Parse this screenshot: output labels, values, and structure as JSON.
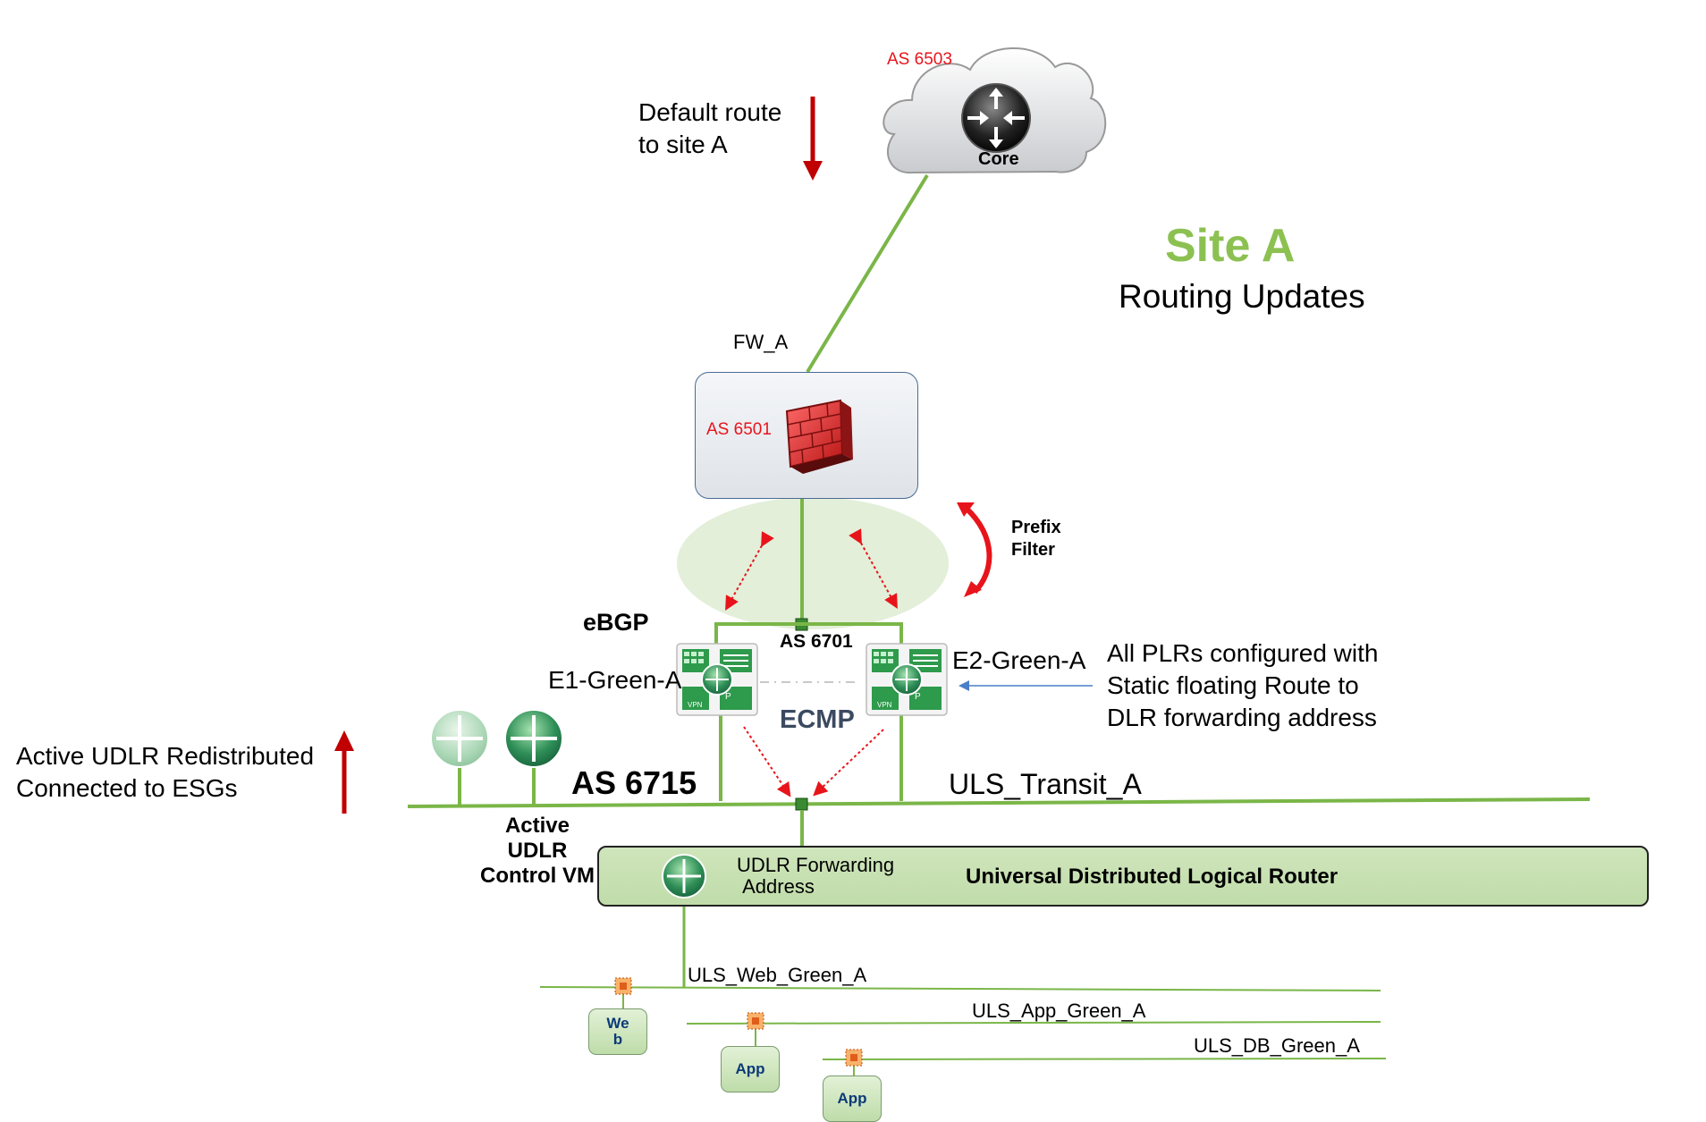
{
  "title": {
    "line1": "Site A",
    "line2": "Routing Updates"
  },
  "core": {
    "as": "AS 6503",
    "label": "Core"
  },
  "default_route": {
    "line1": "Default route",
    "line2": "to site A"
  },
  "firewall": {
    "name": "FW_A",
    "as": "AS 6501"
  },
  "prefix_filter": {
    "line1": "Prefix",
    "line2": "Filter"
  },
  "ebgp": "eBGP",
  "as_6701": "AS 6701",
  "edge1": "E1-Green-A",
  "edge2": "E2-Green-A",
  "ecmp": "ECMP",
  "plr_note": {
    "line1": "All PLRs configured with",
    "line2": "Static floating Route to",
    "line3": "DLR forwarding address"
  },
  "redistributed": {
    "line1": "Active UDLR Redistributed",
    "line2": "Connected to ESGs"
  },
  "as_6715": "AS 6715",
  "transit": "ULS_Transit_A",
  "control_vm": {
    "line1": "Active",
    "line2": "UDLR",
    "line3": "Control VM"
  },
  "udlr": {
    "fwd_line1": "UDLR Forwarding",
    "fwd_line2": "Address",
    "name": "Universal Distributed Logical Router"
  },
  "segments": {
    "web": "ULS_Web_Green_A",
    "app": "ULS_App_Green_A",
    "db": "ULS_DB_Green_A"
  },
  "vms": {
    "web_line1": "We",
    "web_line2": "b",
    "app1": "App",
    "app2": "App"
  },
  "colors": {
    "green_line": "#7ab648",
    "red_arrow": "#c00000",
    "site_green": "#8cc152",
    "as_red": "#e8141b"
  }
}
